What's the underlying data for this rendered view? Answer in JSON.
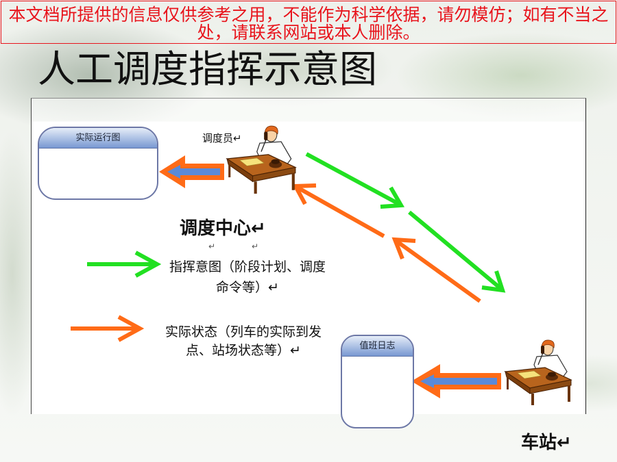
{
  "disclaimer": "本文档所提供的信息仅供参考之用，不能作为科学依据，请勿模仿；如有不当之处，请联系网站或本人删除。",
  "title": "人工调度指挥示意图",
  "diagram": {
    "run_chart_box": {
      "header": "实际运行图"
    },
    "dispatcher_label": "调度员↵",
    "dispatch_center_label": "调度中心↵",
    "return_marks": [
      "↵",
      "↵"
    ],
    "legend": [
      {
        "line1": "指挥意图（阶段计划、调度",
        "line2": "命令等）↵"
      },
      {
        "line1": "实际状态（列车的实际到发",
        "line2": "点、站场状态等）↵"
      }
    ],
    "duty_log_box": {
      "header": "值班日志"
    },
    "station_label": "车站↵"
  },
  "icons": {
    "dispatcher": "dispatcher-at-desk-icon",
    "station_staff": "station-clerk-at-desk-icon"
  },
  "colors": {
    "disclaimer_text": "#e8141c",
    "command_arrow": "#22e022",
    "status_arrow": "#ff6b17",
    "feed_arrow_inner": "#5a8ad8",
    "box_border": "#6c77a6",
    "box_header_top": "#e6edf8",
    "box_header_bottom": "#7898d2"
  }
}
